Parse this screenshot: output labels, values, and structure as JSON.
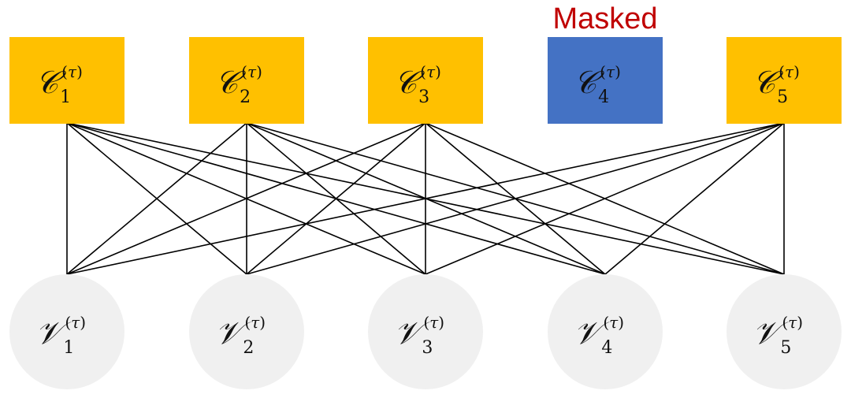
{
  "masked_label": "Masked",
  "colors": {
    "component_box": "#ffc000",
    "masked_box": "#4472c4",
    "variable_node": "#f0f0f0",
    "edge": "#000000",
    "masked_text": "#c00000"
  },
  "components": [
    {
      "symbol": "𝒞",
      "sub": "1",
      "sup_open": "(",
      "sup_var": "τ",
      "sup_close": ")",
      "masked": false
    },
    {
      "symbol": "𝒞",
      "sub": "2",
      "sup_open": "(",
      "sup_var": "τ",
      "sup_close": ")",
      "masked": false
    },
    {
      "symbol": "𝒞",
      "sub": "3",
      "sup_open": "(",
      "sup_var": "τ",
      "sup_close": ")",
      "masked": false
    },
    {
      "symbol": "𝒞",
      "sub": "4",
      "sup_open": "(",
      "sup_var": "τ",
      "sup_close": ")",
      "masked": true
    },
    {
      "symbol": "𝒞",
      "sub": "5",
      "sup_open": "(",
      "sup_var": "τ",
      "sup_close": ")",
      "masked": false
    }
  ],
  "variables": [
    {
      "symbol": "𝒱",
      "sub": "1",
      "sup_open": "(",
      "sup_var": "τ",
      "sup_close": ")"
    },
    {
      "symbol": "𝒱",
      "sub": "2",
      "sup_open": "(",
      "sup_var": "τ",
      "sup_close": ")"
    },
    {
      "symbol": "𝒱",
      "sub": "3",
      "sup_open": "(",
      "sup_var": "τ",
      "sup_close": ")"
    },
    {
      "symbol": "𝒱",
      "sub": "4",
      "sup_open": "(",
      "sup_var": "τ",
      "sup_close": ")"
    },
    {
      "symbol": "𝒱",
      "sub": "5",
      "sup_open": "(",
      "sup_var": "τ",
      "sup_close": ")"
    }
  ],
  "connections": [
    {
      "from_component": 1,
      "to_variables": [
        1,
        2,
        3,
        4,
        5
      ]
    },
    {
      "from_component": 2,
      "to_variables": [
        1,
        2,
        3,
        4,
        5
      ]
    },
    {
      "from_component": 3,
      "to_variables": [
        1,
        2,
        3,
        4,
        5
      ]
    },
    {
      "from_component": 5,
      "to_variables": [
        1,
        2,
        3,
        4,
        5
      ]
    }
  ]
}
